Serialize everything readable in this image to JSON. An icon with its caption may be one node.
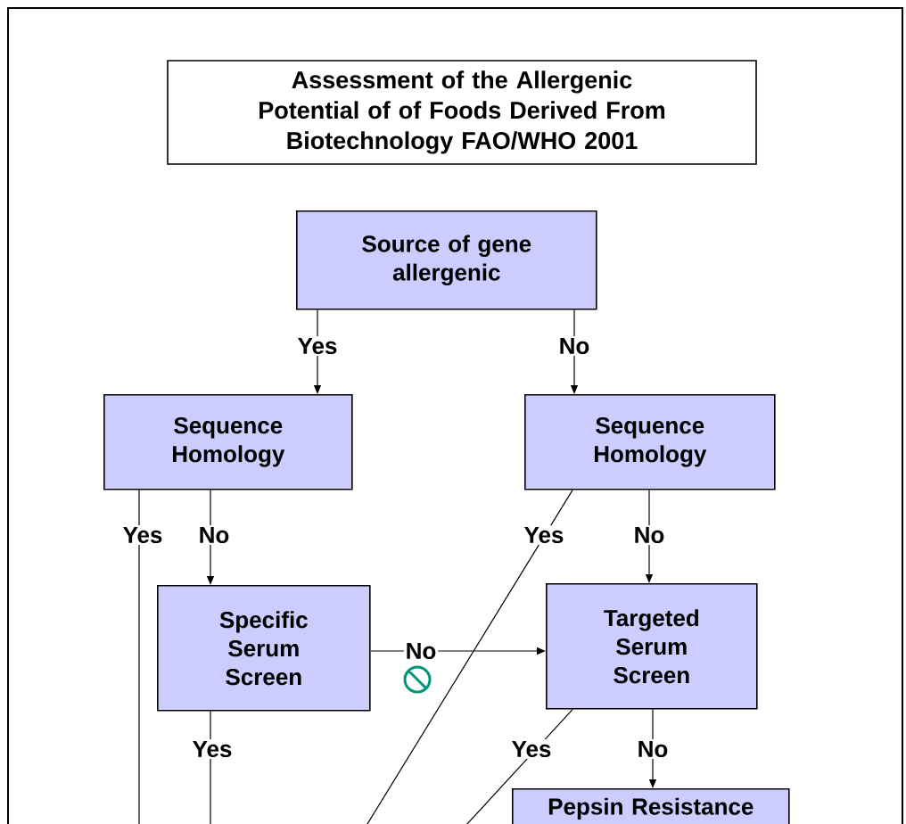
{
  "diagram": {
    "title": "Assessment of the Allergenic Potential of of Foods Derived From Biotechnology FAO/WHO 2001",
    "nodes": [
      {
        "text": [
          "Source of gene allergenic"
        ]
      },
      {
        "text": [
          "Sequence Homology"
        ]
      },
      {
        "text": [
          "Sequence Homology"
        ]
      },
      {
        "text": [
          "Specific Serum Screen"
        ]
      },
      {
        "text": [
          "Targeted Serum Screen"
        ]
      },
      {
        "text": [
          "Pepsin Resistance"
        ]
      }
    ],
    "edges": [
      {
        "from": 0,
        "to": 1,
        "arrow": "to",
        "label": "Yes"
      },
      {
        "from": 0,
        "to": 2,
        "arrow": "to",
        "label": "No"
      },
      {
        "from": 1,
        "to": null,
        "arrow": "none",
        "label": "Yes"
      },
      {
        "from": 1,
        "to": 3,
        "arrow": "to",
        "label": "No"
      },
      {
        "from": 2,
        "to": null,
        "arrow": "none",
        "label": "Yes"
      },
      {
        "from": 2,
        "to": 4,
        "arrow": "to",
        "label": "No"
      },
      {
        "from": 3,
        "to": 4,
        "arrow": "to",
        "label": "No"
      },
      {
        "from": 3,
        "to": null,
        "arrow": "none",
        "label": "Yes"
      },
      {
        "from": 4,
        "to": null,
        "arrow": "none",
        "label": "Yes"
      },
      {
        "from": 4,
        "to": 5,
        "arrow": "to",
        "label": "No"
      }
    ]
  }
}
